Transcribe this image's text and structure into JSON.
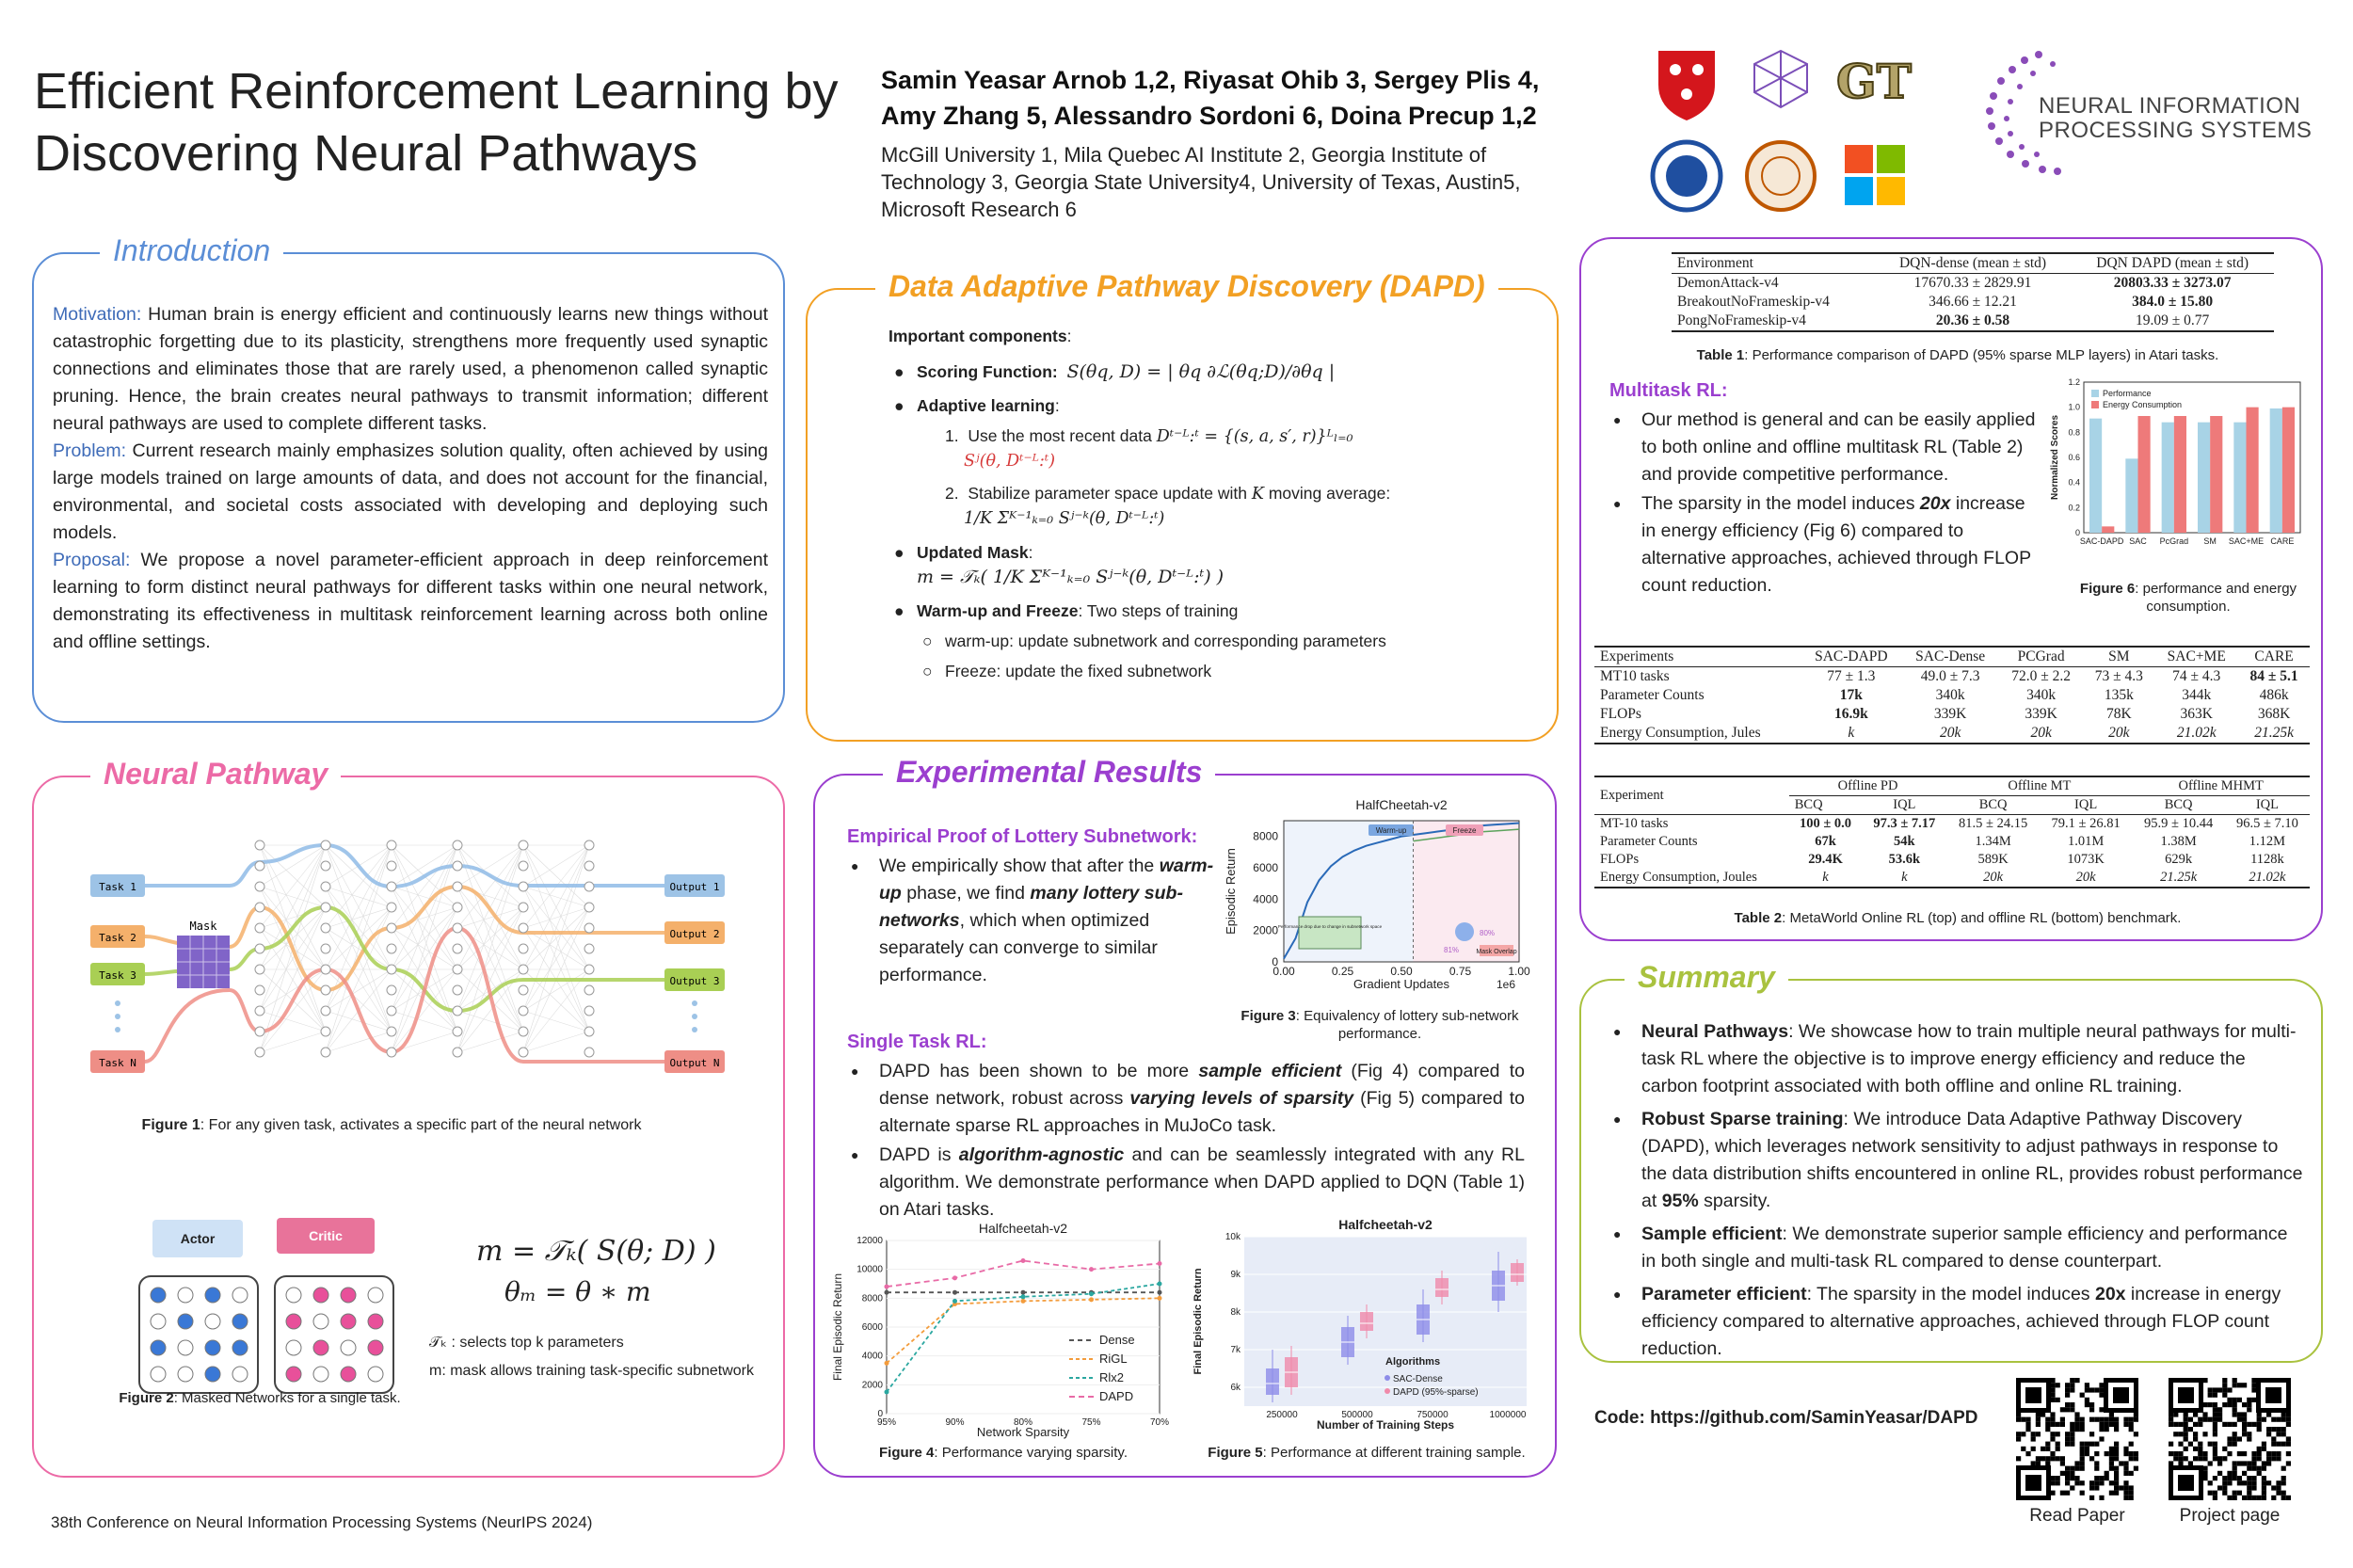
{
  "header": {
    "title": "Efficient Reinforcement Learning by Discovering Neural Pathways",
    "authors_line1": "Samin Yeasar Arnob 1,2, Riyasat Ohib 3, Sergey Plis 4,",
    "authors_line2": "Amy Zhang 5, Alessandro Sordoni 6, Doina Precup 1,2",
    "affiliations": "McGill University 1, Mila Quebec AI Institute 2, Georgia Institute of Technology 3, Georgia State University4, University of Texas, Austin5, Microsoft Research 6",
    "logos": [
      "mcgill-logo",
      "mila-logo",
      "georgia-tech-logo",
      "georgia-state-logo",
      "ut-austin-logo",
      "microsoft-logo"
    ],
    "neurips_logo": "NEURAL INFORMATION PROCESSING SYSTEMS",
    "gt_letters": "GT"
  },
  "intro": {
    "title": "Introduction",
    "motivation_label": "Motivation:",
    "motivation": " Human brain is energy efficient and continuously learns new things without catastrophic forgetting due to its plasticity, strengthens more frequently used synaptic connections and eliminates those that are rarely used, a phenomenon called synaptic pruning. Hence, the brain creates neural pathways to transmit information; different neural pathways are used to complete different tasks.",
    "problem_label": "Problem:",
    "problem": " Current research mainly emphasizes solution quality, often achieved by using large models trained on large amounts of data, and does not account for the financial, environmental, and societal costs associated with developing and deploying such models.",
    "proposal_label": "Proposal:",
    "proposal": "  We propose a novel parameter-efficient approach in deep reinforcement learning to form distinct neural pathways for different tasks within one neural network, demonstrating its effectiveness in multitask reinforcement learning across both online and offline settings."
  },
  "neural": {
    "title": "Neural Pathway",
    "tasks": [
      "Task 1",
      "Task 2",
      "Task 3",
      "Task N"
    ],
    "outputs": [
      "Output 1",
      "Output 2",
      "Output 3",
      "Output N"
    ],
    "mask": "Mask",
    "fig1_label": "Figure 1",
    "fig1": ": For any given task, activates a specific part of the neural network",
    "actor": "Actor",
    "critic": "Critic",
    "eq1": "m = 𝒯ₖ( S(θ; D) )",
    "eq2": "θₘ = θ ∗ m",
    "tk_note": "𝒯ₖ : selects top k parameters",
    "m_note": "m: mask allows training task-specific subnetwork",
    "fig2_label": "Figure 2",
    "fig2": ": Masked Networks for a single task."
  },
  "dapd": {
    "title": "Data Adaptive Pathway Discovery (DAPD)",
    "important": "Important components",
    "scoring": "Scoring Function",
    "scoring_eq": "S(θq, D) = | θq ∂ℒ(θq;D)/∂θq |",
    "adaptive": "Adaptive learning",
    "step1": "Use the most recent data",
    "step1_eq": "Dᵗ⁻ᴸ:ᵗ = {(s, a, s′, r)}ᴸₗ₌₀",
    "step1_eq2": "Sʲ(θ, Dᵗ⁻ᴸ:ᵗ)",
    "step2": "Stabilize parameter space update with",
    "step2_k": "K",
    "step2_tail": "moving average:",
    "step2_eq": "1/K Σᴷ⁻¹ₖ₌₀ Sʲ⁻ᵏ(θ, Dᵗ⁻ᴸ:ᵗ)",
    "updated": "Updated Mask",
    "updated_eq": "m = 𝒯ₖ( 1/K Σᴷ⁻¹ₖ₌₀ Sʲ⁻ᵏ(θ, Dᵗ⁻ᴸ:ᵗ) )",
    "warm": "Warm-up and Freeze",
    "warm_tail": ": Two steps of training",
    "warmup": "warm-up: update subnetwork and corresponding parameters",
    "freeze": "Freeze: update the fixed subnetwork"
  },
  "exp": {
    "title": "Experimental Results",
    "lottery_h": "Empirical Proof of Lottery Subnetwork:",
    "lottery_p1": "We empirically show that after the ",
    "lottery_b1": "warm-up",
    "lottery_p2": " phase, we find ",
    "lottery_b2": "many lottery sub-networks",
    "lottery_p3": ", which when optimized separately can converge to similar performance.",
    "single_h": "Single Task RL:",
    "s1_a": "DAPD has been shown to be more ",
    "s1_b": "sample efficient",
    "s1_c": " (Fig 4) compared to dense network, robust across ",
    "s1_d": "varying levels of sparsity",
    "s1_e": " (Fig 5) compared to alternate sparse RL approaches in MuJoCo task.",
    "s2_a": "DAPD is ",
    "s2_b": "algorithm-agnostic",
    "s2_c": " and can be seamlessly integrated with any RL algorithm. We demonstrate performance when DAPD applied to DQN (Table 1) on Atari tasks.",
    "fig3_label": "Figure 3",
    "fig3": ": Equivalency of lottery sub-network performance.",
    "fig4_label": "Figure 4",
    "fig4": ": Performance varying sparsity.",
    "fig5_label": "Figure 5",
    "fig5": ": Performance at different training sample."
  },
  "chart_data": [
    {
      "type": "line",
      "title": "HalfCheetah-v2",
      "xlabel": "Gradient Updates",
      "ylabel": "Episodic Return",
      "x_multiplier": "1e6",
      "xlim": [
        0,
        1.0
      ],
      "ylim": [
        0,
        9000
      ],
      "xticks": [
        "0.00",
        "0.25",
        "0.50",
        "0.75",
        "1.00"
      ],
      "yticks": [
        "0",
        "2000",
        "4000",
        "6000",
        "8000"
      ],
      "annotations": [
        "Warm-up",
        "Freeze",
        "Performance drop due to change in subnetwork space",
        "80%",
        "81%",
        "Mask Overlap"
      ],
      "series": [
        {
          "x": [
            0,
            0.05,
            0.1,
            0.15,
            0.2,
            0.25,
            0.3,
            0.35,
            0.4,
            0.45,
            0.5,
            0.55,
            0.6,
            0.65,
            0.7,
            0.75,
            0.8,
            0.85,
            0.9,
            0.95,
            1.0
          ],
          "values": [
            200,
            1500,
            3800,
            5200,
            6100,
            6700,
            7100,
            7400,
            7600,
            7800,
            8000,
            8100,
            8200,
            8300,
            8400,
            8500,
            8600,
            8700,
            8750,
            8800,
            8850
          ]
        }
      ]
    },
    {
      "type": "line",
      "title": "Halfcheetah-v2",
      "xlabel": "Network Sparsity",
      "ylabel": "Final Episodic Return",
      "categories": [
        "95%",
        "90%",
        "80%",
        "75%",
        "70%"
      ],
      "ylim": [
        0,
        12000
      ],
      "yticks": [
        "0",
        "2000",
        "4000",
        "6000",
        "8000",
        "10000",
        "12000"
      ],
      "legend": "bottom-right",
      "series": [
        {
          "name": "Dense",
          "values": [
            8400,
            8400,
            8400,
            8400,
            8400
          ]
        },
        {
          "name": "RiGL",
          "values": [
            3500,
            7600,
            7800,
            7900,
            8000
          ]
        },
        {
          "name": "Rlx2",
          "values": [
            1500,
            7800,
            8100,
            8300,
            9000
          ]
        },
        {
          "name": "DAPD",
          "values": [
            8800,
            9400,
            10600,
            10000,
            10400
          ]
        }
      ]
    },
    {
      "type": "box",
      "title": "Halfcheetah-v2",
      "xlabel": "Number of Training Steps",
      "ylabel": "Final Episodic Return",
      "categories": [
        "250000",
        "500000",
        "750000",
        "1000000"
      ],
      "yticks": [
        "6k",
        "7k",
        "8k",
        "9k",
        "10k"
      ],
      "ylim": [
        5500,
        10000
      ],
      "legend_title": "Algorithms",
      "series": [
        {
          "name": "SAC-Dense",
          "q1": [
            5800,
            6800,
            7400,
            8300
          ],
          "q3": [
            6500,
            7600,
            8200,
            9100
          ],
          "med": [
            6100,
            7200,
            7800,
            8700
          ],
          "lo": [
            5600,
            6600,
            7200,
            8000
          ],
          "hi": [
            7000,
            7900,
            8600,
            9600
          ]
        },
        {
          "name": "DAPD (95%-sparse)",
          "q1": [
            6000,
            7500,
            8400,
            8800
          ],
          "q3": [
            6800,
            8000,
            8900,
            9300
          ],
          "med": [
            6400,
            7700,
            8600,
            9000
          ],
          "lo": [
            5800,
            7300,
            8200,
            8700
          ],
          "hi": [
            7100,
            8200,
            9100,
            9400
          ]
        }
      ]
    },
    {
      "type": "bar",
      "title": "",
      "ylabel": "Normalized Scores",
      "categories": [
        "SAC-DAPD",
        "SAC",
        "PcGrad",
        "SM",
        "SAC+ME",
        "CARE"
      ],
      "ylim": [
        0,
        1.2
      ],
      "yticks": [
        "0",
        "0.2",
        "0.4",
        "0.6",
        "0.8",
        "1.0",
        "1.2"
      ],
      "legend": "top-left",
      "series": [
        {
          "name": "Performance",
          "values": [
            0.91,
            0.59,
            0.88,
            0.88,
            0.88,
            0.99
          ]
        },
        {
          "name": "Energy Consumption",
          "values": [
            0.05,
            0.93,
            0.93,
            0.93,
            1.0,
            1.0
          ]
        }
      ]
    }
  ],
  "table1": {
    "headers": [
      "Environment",
      "DQN-dense (mean ± std)",
      "DQN DAPD (mean ± std)"
    ],
    "rows": [
      [
        "DemonAttack-v4",
        "17670.33 ± 2829.91",
        "20803.33 ± 3273.07"
      ],
      [
        "BreakoutNoFrameskip-v4",
        "346.66 ± 12.21",
        "384.0 ± 15.80"
      ],
      [
        "PongNoFrameskip-v4",
        "20.36 ± 0.58",
        "19.09 ± 0.77"
      ]
    ],
    "caption_label": "Table 1",
    "caption": ": Performance comparison of DAPD (95% sparse MLP layers) in Atari tasks."
  },
  "multitask": {
    "title": "Multitask RL:",
    "b1": "Our method is general and can be easily applied to both online and offline multitask RL (Table 2) and provide competitive performance.",
    "b2a": "The sparsity in the model induces ",
    "b2b": "20x",
    "b2c": " increase in energy efficiency (Fig 6) compared to alternative approaches, achieved through FLOP count reduction.",
    "fig6_label": "Figure 6",
    "fig6": ": performance and energy consumption."
  },
  "table2a": {
    "headers": [
      "Experiments",
      "SAC-DAPD",
      "SAC-Dense",
      "PCGrad",
      "SM",
      "SAC+ME",
      "CARE"
    ],
    "rows": [
      [
        "MT10 tasks",
        "77 ± 1.3",
        "49.0 ± 7.3",
        "72.0 ± 2.2",
        "73 ± 4.3",
        "74 ± 4.3",
        "84 ± 5.1"
      ],
      [
        "Parameter Counts",
        "17k",
        "340k",
        "340k",
        "135k",
        "344k",
        "486k"
      ],
      [
        "FLOPs",
        "16.9k",
        "339K",
        "339K",
        "78K",
        "363K",
        "368K"
      ],
      [
        "Energy Consumption, Jules",
        "k",
        "20k",
        "20k",
        "20k",
        "21.02k",
        "21.25k"
      ]
    ]
  },
  "table2b": {
    "groups": [
      "Experiment",
      "Offline PD",
      "Offline MT",
      "Offline MHMT"
    ],
    "sub": [
      "BCQ",
      "IQL",
      "BCQ",
      "IQL",
      "BCQ",
      "IQL"
    ],
    "rows": [
      [
        "MT-10 tasks",
        "100 ± 0.0",
        "97.3 ± 7.17",
        "81.5 ± 24.15",
        "79.1 ± 26.81",
        "95.9 ± 10.44",
        "96.5 ± 7.10"
      ],
      [
        "Parameter Counts",
        "67k",
        "54k",
        "1.34M",
        "1.01M",
        "1.38M",
        "1.12M"
      ],
      [
        "FLOPs",
        "29.4K",
        "53.6k",
        "589K",
        "1073K",
        "629k",
        "1128k"
      ],
      [
        "Energy Consumption, Joules",
        "k",
        "k",
        "20k",
        "20k",
        "21.25k",
        "21.02k"
      ]
    ],
    "caption_label": "Table 2",
    "caption": ": MetaWorld Online RL (top) and offline RL (bottom) benchmark."
  },
  "summary": {
    "title": "Summary",
    "items": [
      {
        "b": "Neural Pathways",
        "t": ": We showcase how to train multiple neural pathways for multi-task RL where the objective is to improve energy efficiency and reduce the carbon footprint associated with both offline and online RL training."
      },
      {
        "b": "Robust Sparse training",
        "t": ": We introduce Data Adaptive Pathway Discovery (DAPD), which leverages network sensitivity to adjust pathways in response to the data distribution shifts encountered in online RL, provides robust performance at ",
        "b2": "95%",
        "t2": " sparsity."
      },
      {
        "b": "Sample efficient",
        "t": ": We demonstrate superior sample efficiency and performance in both single and multi-task RL compared to dense counterpart."
      },
      {
        "b": "Parameter efficient",
        "t": ": The sparsity in the model induces ",
        "b2": "20x",
        "t2": " increase in energy efficiency compared to alternative approaches, achieved through FLOP count reduction."
      }
    ]
  },
  "footer": {
    "code": "Code: https://github.com/SaminYeasar/DAPD",
    "read": "Read Paper",
    "project": "Project page",
    "conf": "38th Conference on Neural Information Processing Systems (NeurIPS 2024)"
  },
  "colors": {
    "intro": "#5b8ed6",
    "neural": "#ec6aa6",
    "dapd": "#f2a024",
    "exp": "#9b3fcf",
    "multi": "#9b3fcf",
    "summary": "#a9c23f"
  }
}
